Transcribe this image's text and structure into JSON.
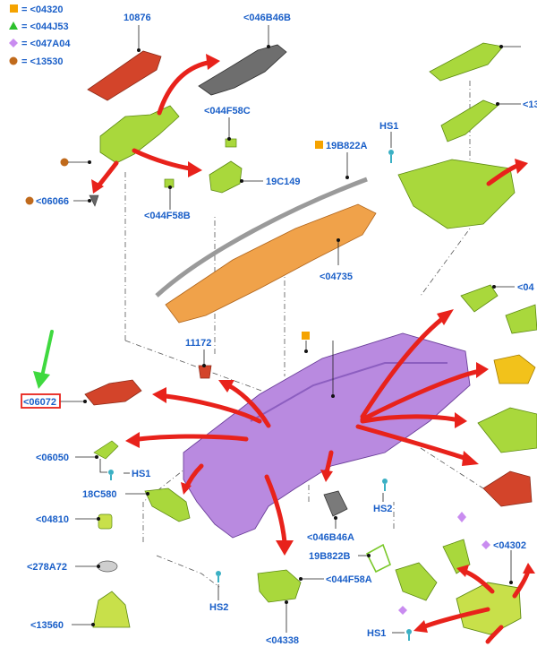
{
  "legend": [
    {
      "symbol": "square",
      "color": "#f5a300",
      "text": "= <04320"
    },
    {
      "symbol": "triangle",
      "color": "#2cc02c",
      "text": "= <044J53"
    },
    {
      "symbol": "diamond",
      "color": "#c98cf0",
      "text": "= <047A04"
    },
    {
      "symbol": "circle",
      "color": "#c06a1c",
      "text": "= <13530"
    }
  ],
  "labels": {
    "p10876": "10876",
    "p046B46B": "<046B46B",
    "p044F58C": "<044F58C",
    "p19C149": "19C149",
    "p044F58B": "<044F58B",
    "p06066": "<06066",
    "pHS1_top": "HS1",
    "p19B822A": "19B822A",
    "p04735": "<04735",
    "p13_right": "<13",
    "p04_right": "<04",
    "p11172": "11172",
    "p06072": "<06072",
    "p06050": "<06050",
    "pHS1_left": "HS1",
    "p18C580": "18C580",
    "p04810": "<04810",
    "p278A72": "<278A72",
    "p13560": "<13560",
    "pHS2_left": "HS2",
    "p046B46A": "<046B46A",
    "pHS2_mid": "HS2",
    "p19B822B": "19B822B",
    "p044F58A": "<044F58A",
    "p04338": "<04338",
    "p04302": "<04302",
    "pHS1_bottom": "HS1"
  },
  "colors": {
    "label": "#1a5fc8",
    "arrow": "#e8221b",
    "highlight_box": "#e8221b",
    "pointer_arrow": "#3fd93f",
    "instrument_panel": "#b98ae0",
    "frame": "#f0a24a",
    "trim_green": "#a9d83c",
    "trim_red": "#d3442a",
    "trim_yellow": "#f2c21b",
    "trim_gray": "#7a7a7a"
  },
  "icons": [
    "square-marker-icon",
    "triangle-marker-icon",
    "diamond-marker-icon",
    "circle-marker-icon",
    "fastener-icon"
  ]
}
